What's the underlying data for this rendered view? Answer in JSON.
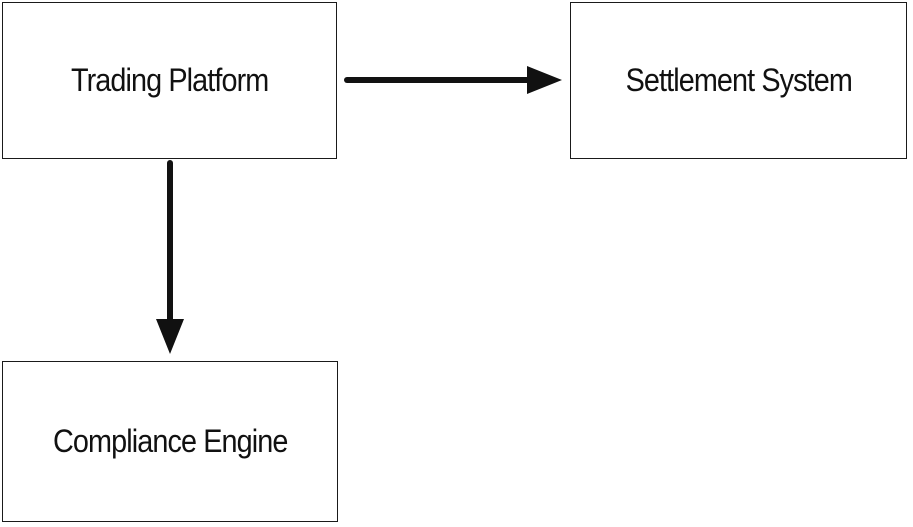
{
  "diagram": {
    "nodes": {
      "trading": {
        "label": "Trading Platform"
      },
      "settlement": {
        "label": "Settlement System"
      },
      "compliance": {
        "label": "Compliance Engine"
      }
    },
    "edges": [
      {
        "from": "Trading Platform",
        "to": "Settlement System"
      },
      {
        "from": "Trading Platform",
        "to": "Compliance Engine"
      }
    ],
    "colors": {
      "stroke": "#111111",
      "background": "#ffffff"
    }
  }
}
